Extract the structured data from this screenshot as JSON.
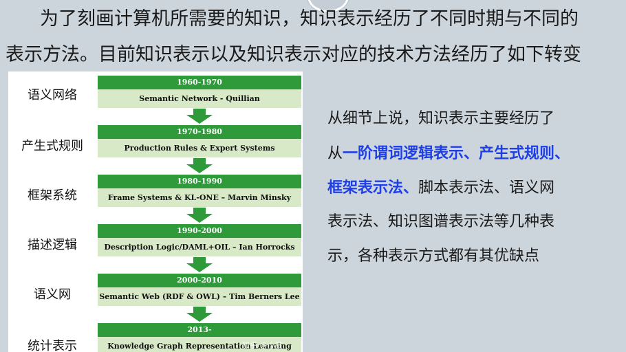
{
  "intro": {
    "line1": "为了刻画计算机所需要的知识，知识表示经历了不同时期与不同的",
    "line2": "表示方法。目前知识表示以及知识表示对应的技术方法经历了如下转变"
  },
  "timeline": [
    {
      "label": "语义网络",
      "year": "1960-1970",
      "desc": "Semantic Network - Quillian"
    },
    {
      "label": "产生式规则",
      "year": "1970-1980",
      "desc": "Production Rules & Expert Systems"
    },
    {
      "label": "框架系统",
      "year": "1980-1990",
      "desc": "Frame Systems & KL-ONE – Marvin Minsky"
    },
    {
      "label": "描述逻辑",
      "year": "1990-2000",
      "desc": "Description Logic/DAML+OIL – Ian Horrocks"
    },
    {
      "label": "语义网",
      "year": "2000-2010",
      "desc": "Semantic Web (RDF & OWL) – Tim Berners Lee"
    },
    {
      "label": "统计表示",
      "year": "2013-",
      "desc": "Knowledge Graph Representation Learning"
    }
  ],
  "watermark": "知乎 @小孩",
  "summary": {
    "line1": "从细节上说，知识表示主要经历了",
    "line2_prefix": "从",
    "line2_highlight": "一阶谓词逻辑表示、产生式规则、",
    "line3_highlight": "框架表示法、",
    "line3_rest": "脚本表示法、语义网",
    "line4": "表示法、知识图谱表示法等几种表",
    "line5": "示，各种表示方式都有其优缺点"
  },
  "colors": {
    "background": "#cdd5dc",
    "year_bar": "#2e9a3a",
    "desc_bar": "#d7e9c6",
    "arrow": "#2e9a3a",
    "highlight": "#1f3fe6"
  }
}
